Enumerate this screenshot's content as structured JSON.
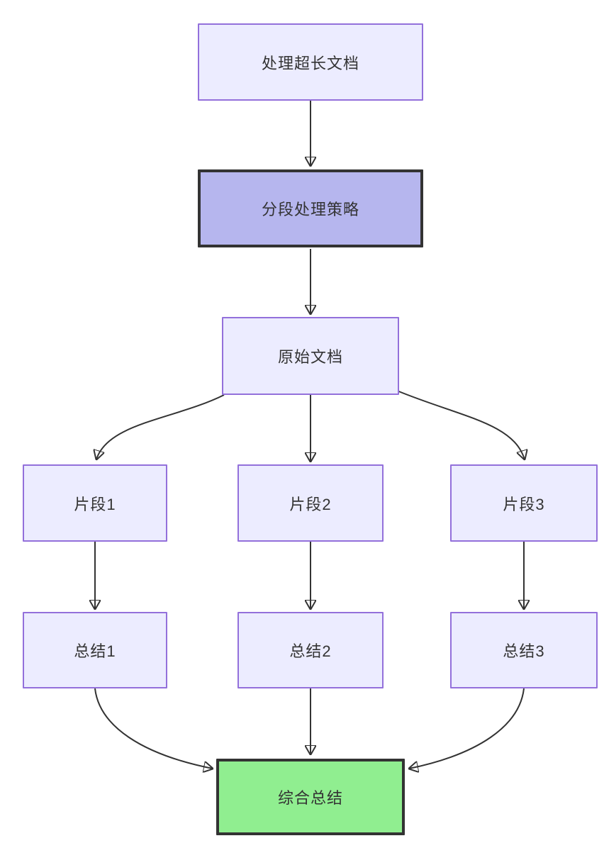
{
  "diagram": {
    "type": "flowchart",
    "direction": "top-down",
    "nodes": {
      "a": {
        "label": "处理超长文档"
      },
      "b": {
        "label": "分段处理策略"
      },
      "c": {
        "label": "原始文档"
      },
      "d1": {
        "label": "片段1"
      },
      "d2": {
        "label": "片段2"
      },
      "d3": {
        "label": "片段3"
      },
      "e1": {
        "label": "总结1"
      },
      "e2": {
        "label": "总结2"
      },
      "e3": {
        "label": "总结3"
      },
      "f": {
        "label": "综合总结"
      }
    },
    "edges": [
      {
        "from": "处理超长文档",
        "to": "分段处理策略"
      },
      {
        "from": "分段处理策略",
        "to": "原始文档"
      },
      {
        "from": "原始文档",
        "to": "片段1"
      },
      {
        "from": "原始文档",
        "to": "片段2"
      },
      {
        "from": "原始文档",
        "to": "片段3"
      },
      {
        "from": "片段1",
        "to": "总结1"
      },
      {
        "from": "片段2",
        "to": "总结2"
      },
      {
        "from": "片段3",
        "to": "总结3"
      },
      {
        "from": "总结1",
        "to": "综合总结"
      },
      {
        "from": "总结2",
        "to": "综合总结"
      },
      {
        "from": "总结3",
        "to": "综合总结"
      }
    ],
    "colors": {
      "node_fill": "#ECECFF",
      "node_border": "#9370DB",
      "emphasis_fill": "#B6B6EE",
      "emphasis_border": "#333333",
      "final_fill": "#90EE90",
      "final_border": "#333333",
      "edge": "#333333",
      "text": "#333333",
      "background": "#FFFFFF"
    }
  }
}
